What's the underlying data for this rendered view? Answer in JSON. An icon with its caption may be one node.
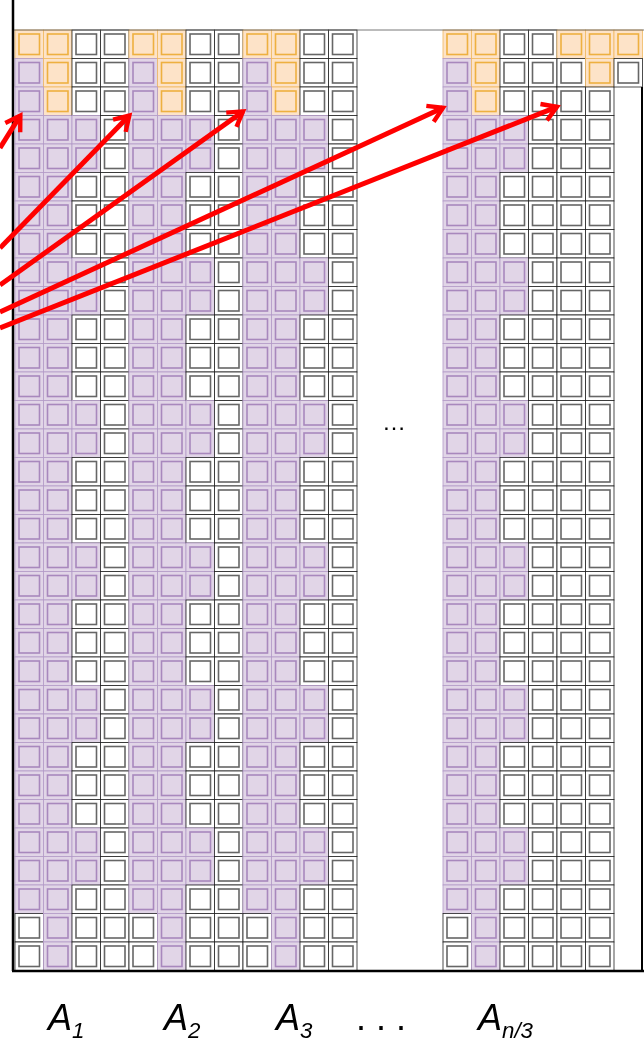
{
  "diagram": {
    "nodes": [
      {
        "text": [],
        "shape": "box"
      },
      {
        "text": [],
        "shape": "box"
      },
      {
        "text": [],
        "shape": "box"
      },
      {
        "text": [],
        "shape": "box"
      },
      {
        "text": [],
        "shape": "box"
      }
    ],
    "edges": [
      {
        "from": null,
        "to": 0,
        "arrow": "to"
      },
      {
        "from": null,
        "to": 1,
        "arrow": "to"
      },
      {
        "from": null,
        "to": 2,
        "arrow": "to"
      },
      {
        "from": null,
        "to": 3,
        "arrow": "to"
      },
      {
        "from": null,
        "to": 4,
        "arrow": "to"
      }
    ],
    "labels": [
      "…",
      "A$_{1}$",
      "A$_{2}$",
      "A$_{3}$",
      ". . .",
      "A$_{n/3}$"
    ]
  }
}
